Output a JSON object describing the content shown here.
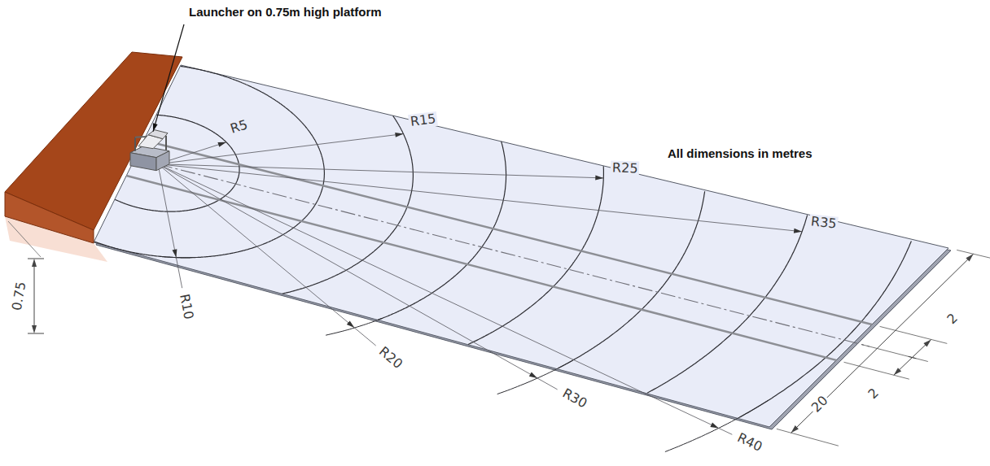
{
  "diagram": {
    "labels": [
      "Launcher on 0.75m high platform",
      "All dimensions in metres",
      "R5",
      "R15",
      "R25",
      "R35",
      "0.75",
      "R10",
      "R20",
      "R30",
      "R40",
      "20",
      "2",
      "2"
    ]
  }
}
